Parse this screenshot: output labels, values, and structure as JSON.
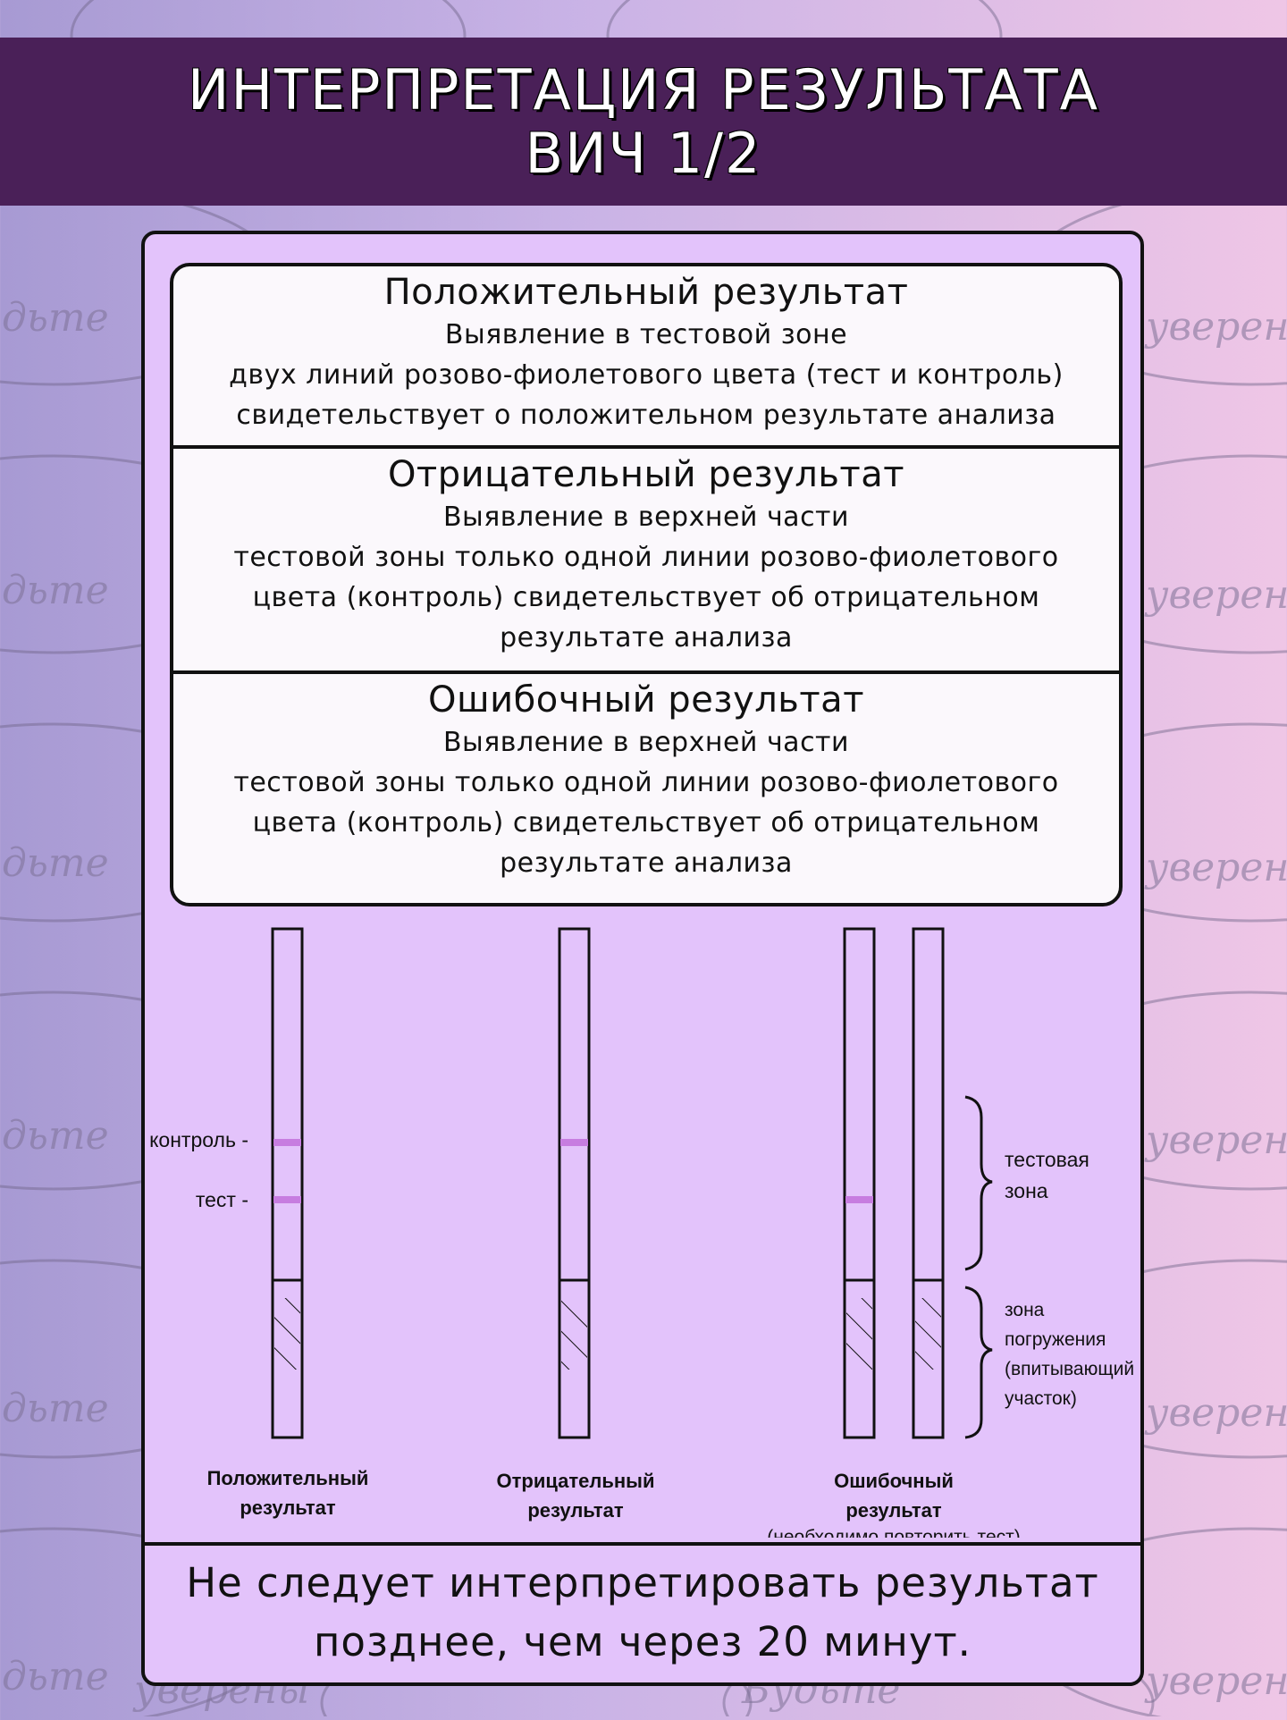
{
  "header": {
    "title_line1": "ИНТЕРПРЕТАЦИЯ РЕЗУЛЬТАТА",
    "title_line2": "ВИЧ 1/2"
  },
  "watermark": {
    "left_text": "дьте",
    "right_text": "уверен",
    "bottom_texts": [
      "Будьте",
      "уверены"
    ]
  },
  "sections": [
    {
      "title": "Положительный результат",
      "lines": [
        "Выявление в тестовой зоне",
        "двух линий розово-фиолетового цвета (тест и контроль)",
        "свидетельствует о положительном результате анализа"
      ]
    },
    {
      "title": "Отрицательный результат",
      "lines": [
        "Выявление в верхней части",
        "тестовой зоны только одной линии розово-фиолетового",
        "цвета (контроль) свидетельствует об отрицательном",
        "результате анализа"
      ]
    },
    {
      "title": "Ошибочный результат",
      "lines": [
        "Выявление в верхней части",
        "тестовой зоны только одной линии розово-фиолетового",
        "цвета (контроль) свидетельствует об отрицательном",
        "результате анализа"
      ]
    }
  ],
  "diagram": {
    "label_control": "контроль -",
    "label_test": "тест -",
    "zone_test": [
      "тестовая",
      "зона"
    ],
    "zone_immersion": [
      "зона",
      "погружения",
      "(впитывающий",
      "участок)"
    ],
    "captions": {
      "positive": [
        "Положительный",
        "результат"
      ],
      "negative": [
        "Отрицательный",
        "результат"
      ],
      "invalid": [
        "Ошибочный",
        "результат"
      ],
      "invalid_note": "(необходимо повторить тест)"
    },
    "line_color": "#c77de0"
  },
  "footer": {
    "line1": "Не следует интерпретировать результат",
    "line2": "позднее, чем через 20 минут."
  },
  "colors": {
    "header_bg": "#4a2058",
    "panel_bg": "#e3c3fb",
    "box_bg": "#fbf8fc"
  }
}
